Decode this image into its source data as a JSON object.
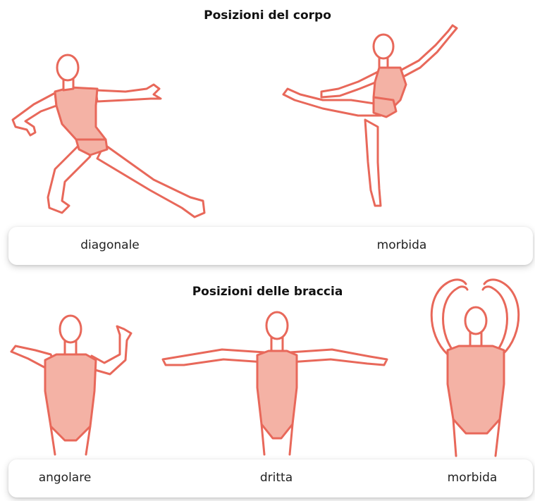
{
  "body_positions": {
    "title": "Posizioni del corpo",
    "labels": [
      "diagonale",
      "morbida"
    ]
  },
  "arm_positions": {
    "title": "Posizioni delle braccia",
    "labels": [
      "angolare",
      "dritta",
      "morbida"
    ]
  },
  "colors": {
    "outline": "#e8685a",
    "leotard": "#f4b2a5"
  },
  "icons": [
    "dancer-lunge-figure",
    "dancer-arabesque-figure",
    "dancer-angular-arms-figure",
    "dancer-straight-arms-figure",
    "dancer-rounded-arms-figure"
  ]
}
